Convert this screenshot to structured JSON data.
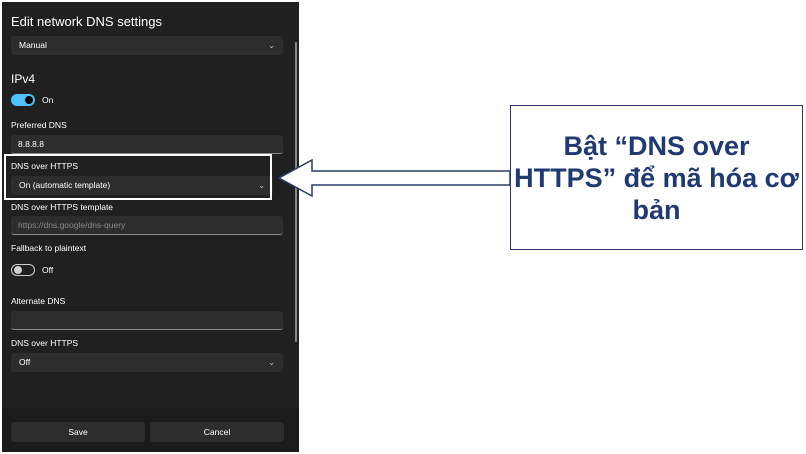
{
  "dialog": {
    "title": "Edit network DNS settings",
    "mode_dropdown": "Manual",
    "section_title": "IPv4",
    "ipv4_toggle_label": "On",
    "preferred_dns_label": "Preferred DNS",
    "preferred_dns_value": "8.8.8.8",
    "doh_label": "DNS over HTTPS",
    "doh_value": "On (automatic template)",
    "doh_template_label": "DNS over HTTPS template",
    "doh_template_placeholder": "https://dns.google/dns-query",
    "fallback_label": "Fallback to plaintext",
    "fallback_toggle_label": "Off",
    "alternate_dns_label": "Alternate DNS",
    "alternate_dns_value": "",
    "doh2_label": "DNS over HTTPS",
    "doh2_value": "Off",
    "save_label": "Save",
    "cancel_label": "Cancel"
  },
  "callout": {
    "text": "Bật “DNS over HTTPS” để mã hóa cơ bản"
  },
  "colors": {
    "dialog_bg": "#202020",
    "accent": "#4cc2ff",
    "callout_text": "#1f3a72"
  },
  "icons": {
    "dropdown": "chevron-down-icon",
    "pointer": "arrow-left-icon"
  }
}
